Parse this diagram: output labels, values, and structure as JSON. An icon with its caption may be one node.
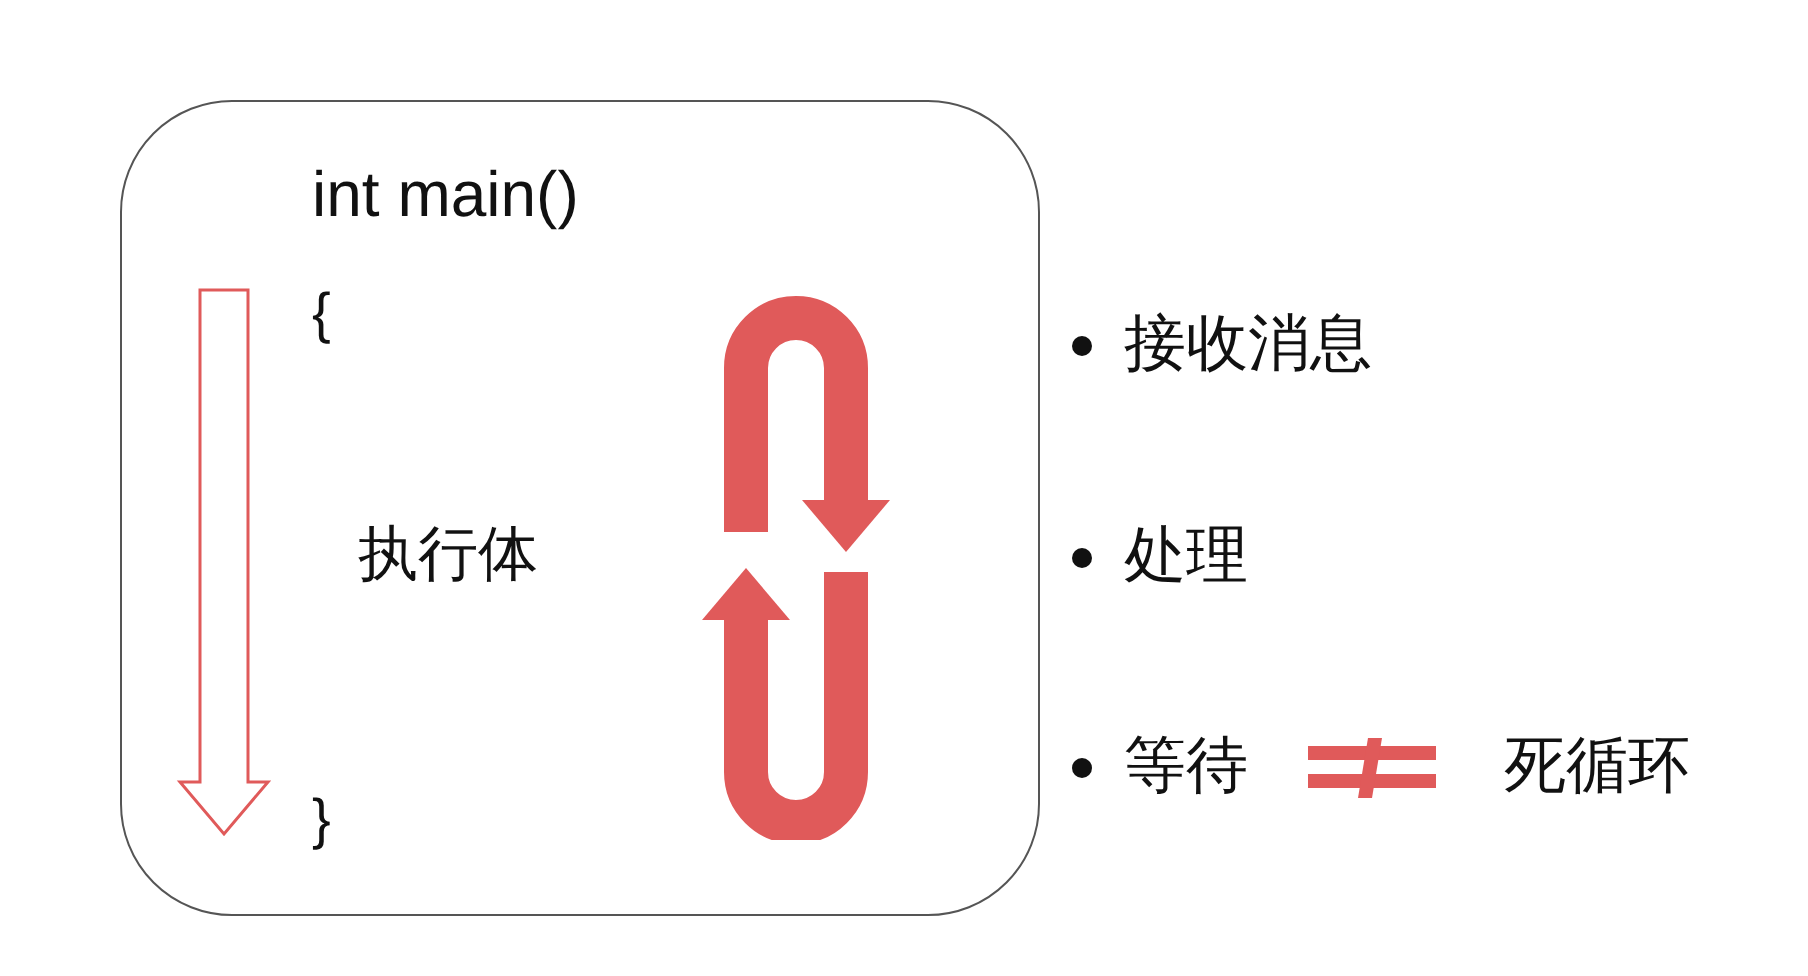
{
  "diagram": {
    "nodes": [
      {
        "text": [
          "int main()",
          "{",
          "执行体",
          "}"
        ]
      }
    ],
    "labels": [
      "接收消息",
      "处理",
      "等待",
      "死循环"
    ]
  }
}
